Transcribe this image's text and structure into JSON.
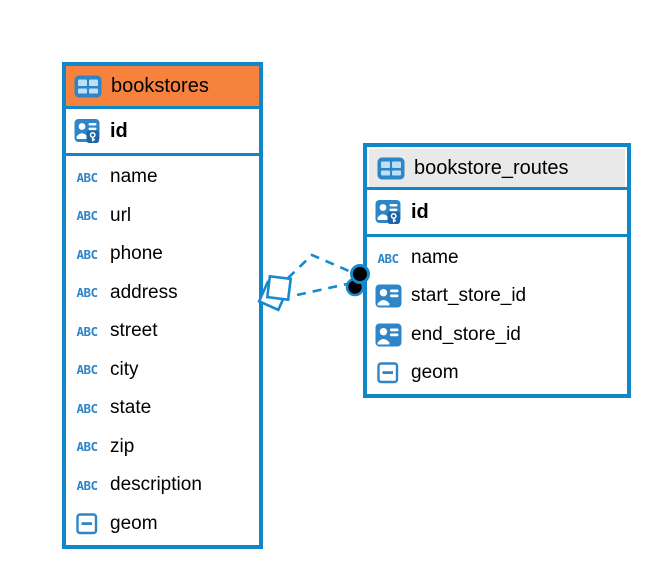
{
  "colors": {
    "table_border_blue": "#0f87c9",
    "bookstores_header_bg": "#f6823e",
    "routes_header_bg": "#e9e9e9",
    "icon_blue": "#2e86c8",
    "connector_blue": "#1789cf",
    "text": "#000000",
    "connector_endpoint_fill": "#000000"
  },
  "icons": {
    "text_type_label": "ABC"
  },
  "tables": [
    {
      "name": "bookstores",
      "primary_key": "id",
      "columns": [
        "name",
        "url",
        "phone",
        "address",
        "street",
        "city",
        "state",
        "zip",
        "description",
        "geom"
      ]
    },
    {
      "name": "bookstore_routes",
      "primary_key": "id",
      "columns": [
        "name",
        "start_store_id",
        "end_store_id",
        "geom"
      ]
    }
  ],
  "relationship": {
    "style": "dashed",
    "from_table": "bookstore_routes",
    "to_table": "bookstores",
    "line_count": 2
  }
}
